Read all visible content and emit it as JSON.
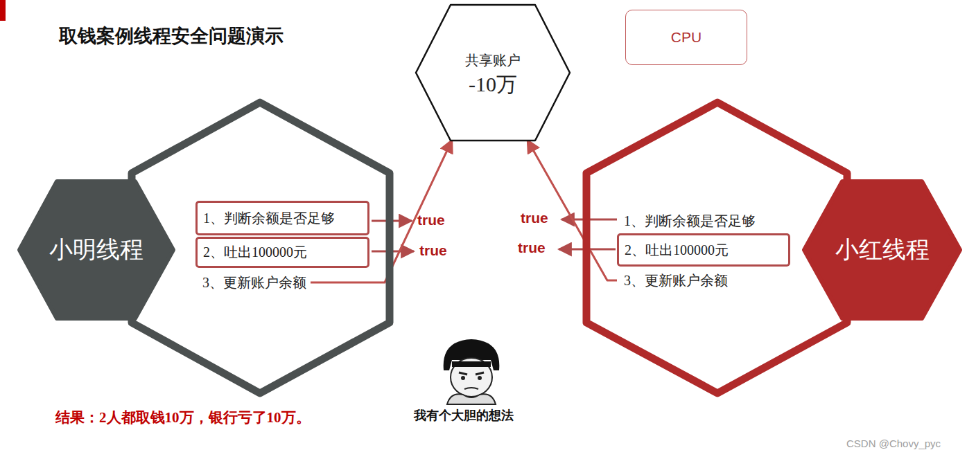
{
  "diagram": {
    "title": "取钱案例线程安全问题演示",
    "nodes": [
      {
        "text": [
          "共享账户",
          "-10万"
        ]
      },
      {
        "text": [
          "CPU"
        ]
      },
      {
        "text": [
          "小明线程"
        ]
      },
      {
        "text": [
          "1、判断余额是否足够"
        ],
        "in": 2
      },
      {
        "text": [
          "2、吐出100000元"
        ],
        "in": 2
      },
      {
        "text": [
          "3、更新账户余额"
        ],
        "in": 2
      },
      {
        "text": [
          "小红线程"
        ]
      },
      {
        "text": [
          "1、判断余额是否足够"
        ],
        "in": 6
      },
      {
        "text": [
          "2、吐出100000元"
        ],
        "in": 6
      },
      {
        "text": [
          "3、更新账户余额"
        ],
        "in": 6
      }
    ],
    "edges": [
      {
        "from": 5,
        "to": 0,
        "arrow": "to"
      },
      {
        "from": 9,
        "to": 0,
        "arrow": "to"
      }
    ],
    "labels": [
      "true",
      "true",
      "true",
      "true",
      "结果：2人都取钱10万，银行亏了10万。",
      "我有个大胆的想法",
      "CSDN @Chovy_pyc"
    ]
  }
}
